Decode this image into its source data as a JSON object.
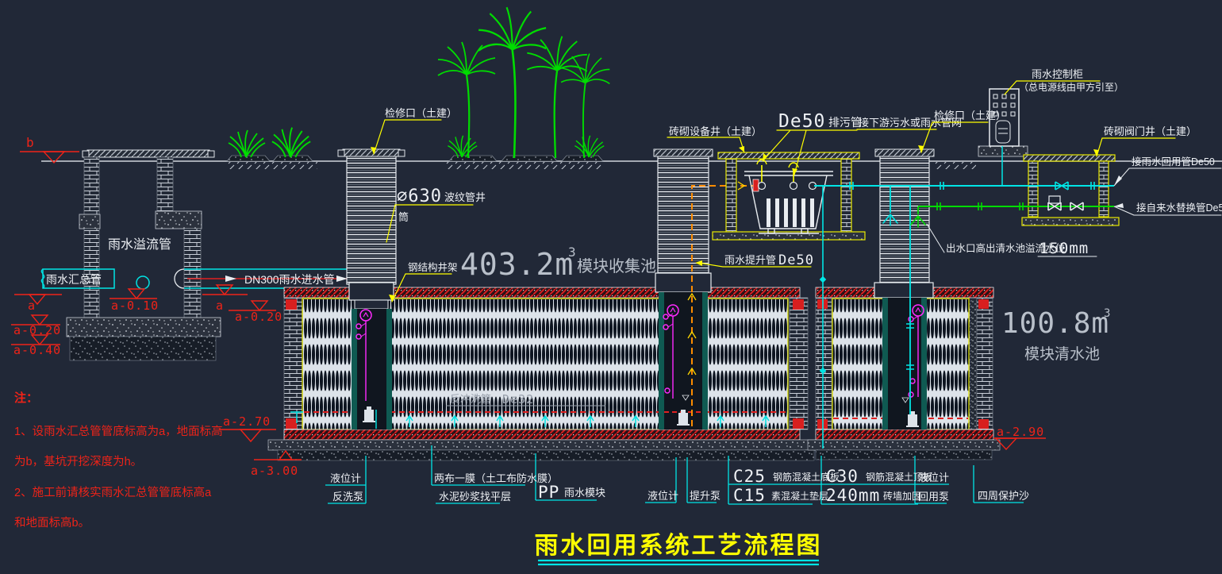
{
  "title": "雨水回用系统工艺流程图",
  "notes": {
    "head": "注：",
    "n1a": "1、设雨水汇总管管底标高为a，地面标高",
    "n1b": "为b，基坑开挖深度为h。",
    "n2a": "2、施工前请核实雨水汇总管管底标高a",
    "n2b": "和地面标高b。"
  },
  "elev": {
    "b": "b",
    "a": "a",
    "a010": "a-0.10",
    "a020": "a-0.20",
    "a040": "a-0.40",
    "a270": "a-2.70",
    "a300": "a-3.00",
    "a290": "a-2.90"
  },
  "pools": {
    "collection": {
      "volume": "403.2m",
      "sup": "3",
      "name": "模块收集池"
    },
    "clean": {
      "volume": "100.8m",
      "sup": "3",
      "name": "模块清水池"
    }
  },
  "callouts": {
    "overflow_pipe": "雨水溢流管",
    "main_pipe": "雨水汇总管",
    "inlet_pipe": "DN300雨水进水管",
    "access1": "检修口（土建）",
    "corrugated_a": "∅630",
    "corrugated_b": "波纹管井",
    "corrugated_c": "筒",
    "steel_frame": "钢结构井架",
    "backwash_pipe_cn": "反冲洗管",
    "backwash_pipe_en": "De32",
    "lift_pipe_cn": "雨水提升管",
    "lift_pipe_en": "De50",
    "equip_well": "砖砌设备井（土建）",
    "drain_en": "De50",
    "drain_cn": "排污管",
    "downstream": "接下游污水或雨水管网",
    "access2": "检修口（土建）",
    "outlet_cn": "出水口高出清水池溢流水位",
    "outlet_en": "150mm",
    "cabinet": "雨水控制柜",
    "cabinet_sub": "（总电源线由甲方引至）",
    "valve_well": "砖砌阀门井（土建）",
    "reuse_out": "接雨水回用管De50",
    "tap_out": "接自来水替换管De50",
    "gauge1": "液位计",
    "backwash_pump": "反洗泵",
    "membrane": "两布一膜（土工布防水膜）",
    "mortar": "水泥砂浆找平层",
    "pp_en": "PP",
    "pp_cn": "雨水模块",
    "gauge2": "液位计",
    "lift_pump": "提升泵",
    "c25_en": "C25",
    "c25_cn": "钢筋混凝土底板",
    "c15_en": "C15",
    "c15_cn": "素混凝土垫层",
    "c30_en": "C30",
    "c30_cn": "钢筋混凝土顶板",
    "wall_en": "240mm",
    "wall_cn": "砖墙加固",
    "gauge3": "液位计",
    "reuse_pump": "回用泵",
    "sand": "四周保护沙"
  },
  "colors": {
    "background": "#212837",
    "cyan": "#00e5e5",
    "green": "#00dc00",
    "yellow": "#ffff00",
    "red": "#e02020",
    "magenta": "#ff2bff",
    "orange": "#ff8c00",
    "gray_text": "#b9c0ca"
  }
}
